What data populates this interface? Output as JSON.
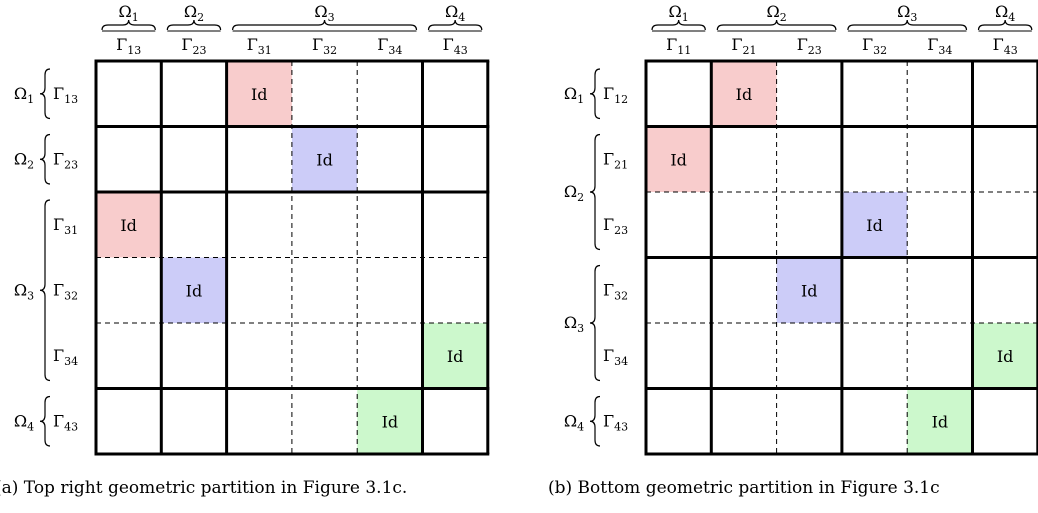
{
  "figures": [
    {
      "caption": "(a) Top right geometric partition in Figure 3.1c.",
      "col_groups": [
        {
          "label": "Ω",
          "sub": "1",
          "cols": [
            "13"
          ]
        },
        {
          "label": "Ω",
          "sub": "2",
          "cols": [
            "23"
          ]
        },
        {
          "label": "Ω",
          "sub": "3",
          "cols": [
            "31",
            "32",
            "34"
          ]
        },
        {
          "label": "Ω",
          "sub": "4",
          "cols": [
            "43"
          ]
        }
      ],
      "row_groups": [
        {
          "label": "Ω",
          "sub": "1",
          "rows": [
            "13"
          ]
        },
        {
          "label": "Ω",
          "sub": "2",
          "rows": [
            "23"
          ]
        },
        {
          "label": "Ω",
          "sub": "3",
          "rows": [
            "31",
            "32",
            "34"
          ]
        },
        {
          "label": "Ω",
          "sub": "4",
          "rows": [
            "43"
          ]
        }
      ],
      "gamma_symbol": "Γ",
      "cells": [
        {
          "row": 0,
          "col": 2,
          "text": "Id",
          "color": "#f8cccc"
        },
        {
          "row": 1,
          "col": 3,
          "text": "Id",
          "color": "#ccccf8"
        },
        {
          "row": 2,
          "col": 0,
          "text": "Id",
          "color": "#f8cccc"
        },
        {
          "row": 3,
          "col": 1,
          "text": "Id",
          "color": "#ccccf8"
        },
        {
          "row": 4,
          "col": 5,
          "text": "Id",
          "color": "#ccf8cc"
        },
        {
          "row": 5,
          "col": 4,
          "text": "Id",
          "color": "#ccf8cc"
        }
      ]
    },
    {
      "caption": "(b) Bottom geometric partition in Figure 3.1c",
      "col_groups": [
        {
          "label": "Ω",
          "sub": "1",
          "cols": [
            "11"
          ]
        },
        {
          "label": "Ω",
          "sub": "2",
          "cols": [
            "21",
            "23"
          ]
        },
        {
          "label": "Ω",
          "sub": "3",
          "cols": [
            "32",
            "34"
          ]
        },
        {
          "label": "Ω",
          "sub": "4",
          "cols": [
            "43"
          ]
        }
      ],
      "row_groups": [
        {
          "label": "Ω",
          "sub": "1",
          "rows": [
            "12"
          ]
        },
        {
          "label": "Ω",
          "sub": "2",
          "rows": [
            "21",
            "23"
          ]
        },
        {
          "label": "Ω",
          "sub": "3",
          "rows": [
            "32",
            "34"
          ]
        },
        {
          "label": "Ω",
          "sub": "4",
          "rows": [
            "43"
          ]
        }
      ],
      "gamma_symbol": "Γ",
      "cells": [
        {
          "row": 0,
          "col": 1,
          "text": "Id",
          "color": "#f8cccc"
        },
        {
          "row": 1,
          "col": 0,
          "text": "Id",
          "color": "#f8cccc"
        },
        {
          "row": 2,
          "col": 3,
          "text": "Id",
          "color": "#ccccf8"
        },
        {
          "row": 3,
          "col": 2,
          "text": "Id",
          "color": "#ccccf8"
        },
        {
          "row": 4,
          "col": 5,
          "text": "Id",
          "color": "#ccf8cc"
        },
        {
          "row": 5,
          "col": 4,
          "text": "Id",
          "color": "#ccf8cc"
        }
      ]
    }
  ]
}
